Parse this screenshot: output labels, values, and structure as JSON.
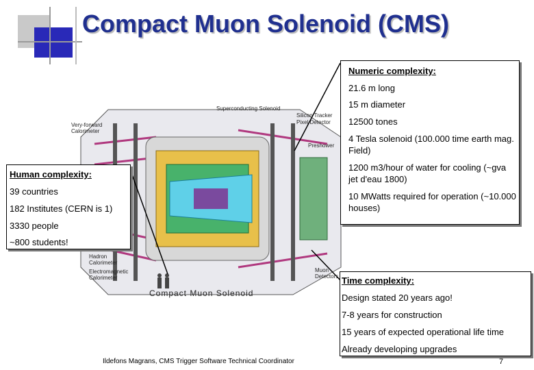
{
  "title": "Compact Muon Solenoid (CMS)",
  "diagram": {
    "labels": {
      "superconducting_solenoid": "Superconducting Solenoid",
      "silicon_tracker": "Silicon Tracker",
      "pixel_detector": "Pixel Detector",
      "very_forward_calorimeter": "Very-forward Calorimeter",
      "preshower": "Preshower",
      "hadron_calorimeter": "Hadron Calorimeter",
      "electromagnetic_calorimeter": "Electromagnetic Calorimeter",
      "muon_detectors": "Muon Detectors",
      "caption": "Compact Muon Solenoid"
    }
  },
  "numeric": {
    "heading": "Numeric complexity:",
    "items": [
      "21.6 m long",
      "15 m diameter",
      "12500 tones",
      "4 Tesla solenoid (100.000 time earth mag. Field)",
      "1200 m3/hour of water for cooling (~gva jet d'eau 1800)",
      "10 MWatts required for operation (~10.000 houses)"
    ]
  },
  "human": {
    "heading": "Human complexity:",
    "items": [
      "39 countries",
      "182 Institutes (CERN is 1)",
      "3330 people",
      "~800 students!"
    ]
  },
  "time": {
    "heading": "Time complexity:",
    "items": [
      "Design stated 20 years ago!",
      "7-8 years for construction",
      "15 years of expected operational life time",
      "Already developing upgrades"
    ]
  },
  "footer": "Ildefons Magrans, CMS Trigger Software Technical Coordinator",
  "page_number": "7"
}
